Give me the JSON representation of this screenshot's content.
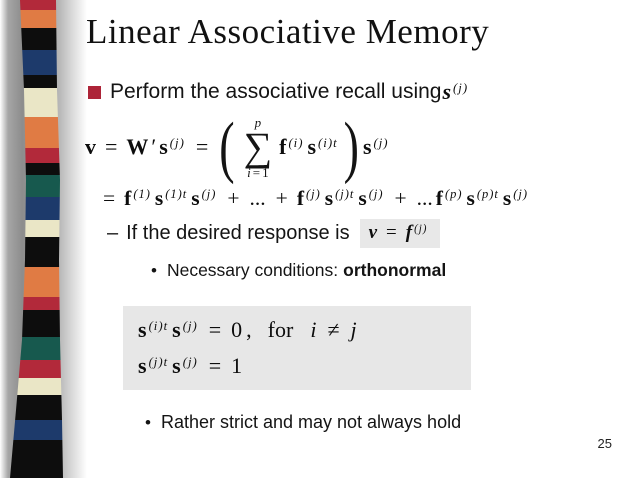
{
  "slide": {
    "title": "Linear Associative Memory",
    "page_number": "25"
  },
  "colors": {
    "bullet_square": "#ad2438",
    "highlight_box": "#e8e8e8",
    "condition_box": "#e7e7e7",
    "ribbon_crimson": "#b2293a",
    "ribbon_orange": "#e07b44",
    "ribbon_black": "#0d0d0d",
    "ribbon_navy": "#1d3a6b",
    "ribbon_cream": "#eae6c6",
    "ribbon_teal": "#17594e"
  },
  "ribbon_stripes": [
    {
      "color": "#b2293a",
      "height": 10
    },
    {
      "color": "#e07b44",
      "height": 18
    },
    {
      "color": "#0d0d0d",
      "height": 22
    },
    {
      "color": "#1d3a6b",
      "height": 25
    },
    {
      "color": "#0d0d0d",
      "height": 13
    },
    {
      "color": "#eae6c6",
      "height": 29
    },
    {
      "color": "#e07b44",
      "height": 31
    },
    {
      "color": "#b2293a",
      "height": 15
    },
    {
      "color": "#0d0d0d",
      "height": 12
    },
    {
      "color": "#17594e",
      "height": 22
    },
    {
      "color": "#1d3a6b",
      "height": 23
    },
    {
      "color": "#eae6c6",
      "height": 17
    },
    {
      "color": "#0d0d0d",
      "height": 30
    },
    {
      "color": "#e07b44",
      "height": 30
    },
    {
      "color": "#b2293a",
      "height": 13
    },
    {
      "color": "#0d0d0d",
      "height": 27
    },
    {
      "color": "#17594e",
      "height": 23
    },
    {
      "color": "#b2293a",
      "height": 18
    },
    {
      "color": "#eae6c6",
      "height": 17
    },
    {
      "color": "#0d0d0d",
      "height": 25
    },
    {
      "color": "#1d3a6b",
      "height": 20
    },
    {
      "color": "#0d0d0d",
      "height": 38
    }
  ],
  "bullet1": {
    "text": "Perform the associative recall using ",
    "math": [
      {
        "t": "s",
        "s": "bi",
        "sup": "(j)"
      }
    ]
  },
  "equation1": {
    "lead": [
      {
        "t": "v",
        "s": "bs"
      },
      {
        "t": "=",
        "s": "rel"
      },
      {
        "t": "W",
        "s": "bs"
      },
      {
        "t": "′",
        "s": "r"
      },
      {
        "t": "s",
        "s": "bs",
        "sup": "(j)"
      },
      {
        "t": "=",
        "s": "rel"
      }
    ],
    "open_paren": "(",
    "sum_upper": "p",
    "sum_symbol": "∑",
    "sum_lower_var": "i",
    "sum_lower_rel": "=",
    "sum_lower_val": "1",
    "inside": [
      {
        "t": "f",
        "s": "bs",
        "sup": "(i)"
      },
      {
        "t": "s",
        "s": "bs",
        "sup": "(i)t"
      }
    ],
    "close_paren": ")",
    "after": [
      {
        "t": "s",
        "s": "bs",
        "sup": "(j)"
      }
    ]
  },
  "equation2": {
    "tokens": [
      {
        "t": "=",
        "s": "rel"
      },
      {
        "t": "f",
        "s": "bs",
        "sup": "(1)"
      },
      {
        "t": "s",
        "s": "bs",
        "sup": "(1)t"
      },
      {
        "t": "s",
        "s": "bs",
        "sup": "(j)"
      },
      {
        "t": "+",
        "s": "rel"
      },
      {
        "t": "...",
        "s": "r"
      },
      {
        "t": "+",
        "s": "rel"
      },
      {
        "t": "f",
        "s": "bs",
        "sup": "(j)"
      },
      {
        "t": "s",
        "s": "bs",
        "sup": "(j)t"
      },
      {
        "t": "s",
        "s": "bs",
        "sup": "(j)"
      },
      {
        "t": "+",
        "s": "rel"
      },
      {
        "t": "...",
        "s": "r"
      },
      {
        "t": "f",
        "s": "bs",
        "sup": "(p)"
      },
      {
        "t": "s",
        "s": "bs",
        "sup": "(p)t"
      },
      {
        "t": "s",
        "s": "bs",
        "sup": "(j)"
      }
    ]
  },
  "sub_item1": {
    "dash": "–",
    "text": "If the desired response is",
    "math": [
      {
        "t": "v",
        "s": "bi"
      },
      {
        "t": "=",
        "s": "rel"
      },
      {
        "t": "f",
        "s": "bi",
        "sup": "(j)"
      }
    ]
  },
  "sub_item2": {
    "bullet": "•",
    "text": "Necessary conditions:",
    "bold_text": "orthonormal"
  },
  "condition_box": {
    "line1": [
      {
        "t": "s",
        "s": "bs",
        "sup": "(i)t"
      },
      {
        "t": "s",
        "s": "bs",
        "sup": "(j)"
      },
      {
        "t": "=",
        "s": "rel"
      },
      {
        "t": "0",
        "s": "r"
      },
      {
        "t": ",",
        "s": "r"
      },
      {
        "t": "for",
        "s": "word"
      },
      {
        "t": "i",
        "s": "i"
      },
      {
        "t": "≠",
        "s": "rel"
      },
      {
        "t": "j",
        "s": "i"
      }
    ],
    "line2": [
      {
        "t": "s",
        "s": "bs",
        "sup": "(j)t"
      },
      {
        "t": "s",
        "s": "bs",
        "sup": "(j)"
      },
      {
        "t": "=",
        "s": "rel"
      },
      {
        "t": "1",
        "s": "r"
      }
    ]
  },
  "sub_item3": {
    "bullet": "•",
    "text": "Rather strict and may not always hold"
  }
}
